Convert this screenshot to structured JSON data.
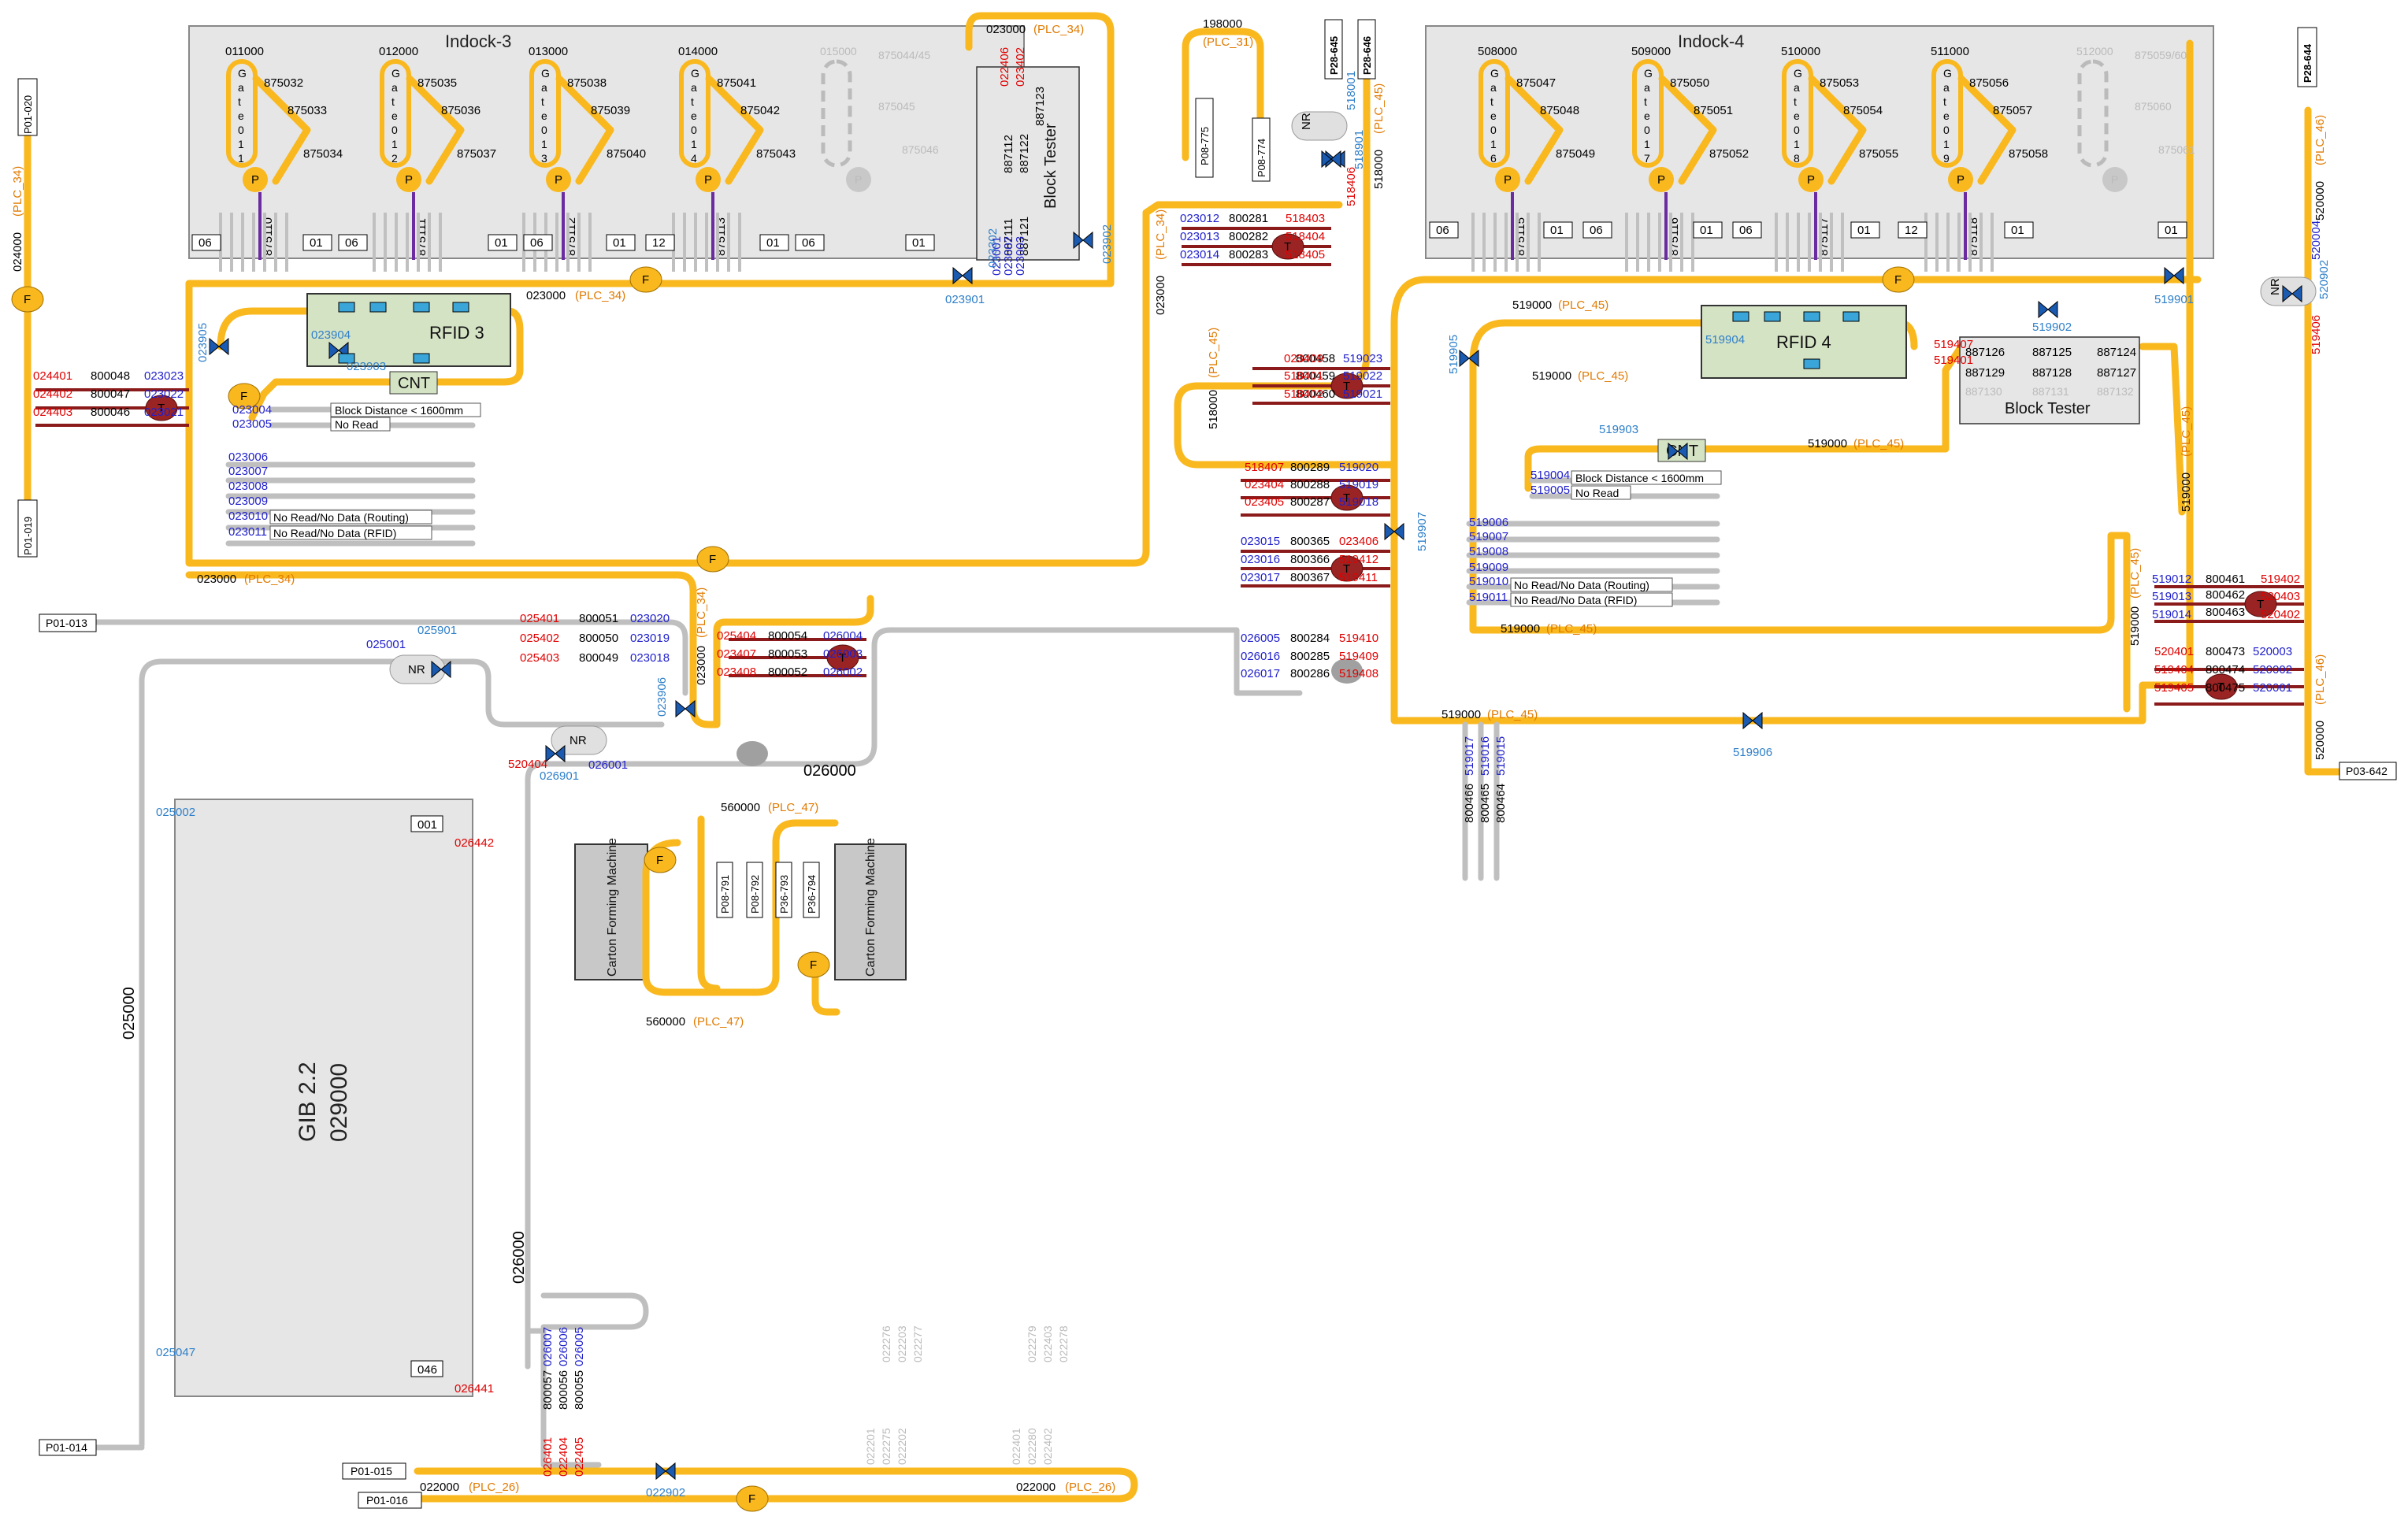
{
  "areas": [
    {
      "key": "indock3",
      "title": "Indock-3"
    },
    {
      "key": "indock4",
      "title": "Indock-4"
    }
  ],
  "gates": [
    {
      "id": "011000",
      "gate": "Gate 011",
      "p": "P",
      "s1": "875032",
      "s2": "875033",
      "s3": "875034",
      "bot": "875110"
    },
    {
      "id": "012000",
      "gate": "Gate 012",
      "p": "P",
      "s1": "875035",
      "s2": "875036",
      "s3": "875037",
      "bot": "875111"
    },
    {
      "id": "013000",
      "gate": "Gate 013",
      "p": "P",
      "s1": "875038",
      "s2": "875039",
      "s3": "875040",
      "bot": "875112"
    },
    {
      "id": "014000",
      "gate": "Gate 014",
      "p": "P",
      "s1": "875041",
      "s2": "875042",
      "s3": "875043",
      "bot": "875113"
    },
    {
      "id": "508000",
      "gate": "Gate 016",
      "p": "P",
      "s1": "875047",
      "s2": "875048",
      "s3": "875049",
      "bot": "875115"
    },
    {
      "id": "509000",
      "gate": "Gate 017",
      "p": "P",
      "s1": "875050",
      "s2": "875051",
      "s3": "875052",
      "bot": "875116"
    },
    {
      "id": "510000",
      "gate": "Gate 018",
      "p": "P",
      "s1": "875053",
      "s2": "875054",
      "s3": "875055",
      "bot": "875117"
    },
    {
      "id": "511000",
      "gate": "Gate 019",
      "p": "P",
      "s1": "875056",
      "s2": "875057",
      "s3": "875058",
      "bot": "875118"
    }
  ],
  "future_gates": [
    {
      "id": "015000",
      "gate": "Gate 015",
      "note": "875044/45 (depends on future extension)",
      "s1": "875045",
      "s2": "875046"
    },
    {
      "id": "512000",
      "gate": "Gate 020",
      "note": "875059/60 (depends on future extension)",
      "s1": "875060",
      "s2": "875061"
    }
  ],
  "doors": [
    "06",
    "01",
    "06",
    "01",
    "06",
    "01",
    "12",
    "01",
    "06",
    "01",
    "06",
    "01",
    "06",
    "01",
    "06",
    "01",
    "12",
    "01",
    "01"
  ],
  "conveyors": {
    "c023000": "023000",
    "c519000": "519000",
    "c518000": "518000",
    "c520000": "520000",
    "c024000": "024000",
    "c560000": "560000",
    "c198000": "198000",
    "c022000": "022000",
    "c026000": "026000",
    "c025000": "025000"
  },
  "plcs": {
    "plc34": "(PLC_34)",
    "plc45": "(PLC_45)",
    "plc46": "(PLC_46)",
    "plc47": "(PLC_47)",
    "plc31": "(PLC_31)",
    "plc26": "(PLC_26)"
  },
  "equipment": {
    "rfid3": "RFID 3",
    "rfid4": "RFID 4",
    "cnt": "CNT",
    "block_tester": "Block Tester",
    "carton_forming": "Carton Forming Machine",
    "gib": "GIB 2.2",
    "gib_id": "029000",
    "nr": "NR",
    "f": "F",
    "t": "T",
    "p": "P",
    "block_distance": "Block Distance < 1600mm",
    "no_read": "No Read",
    "no_read_routing": "No Read/No Data (Routing)",
    "no_read_rfid": "No Read/No Data (RFID)"
  },
  "ports": {
    "p01_020": "P01-020",
    "p01_019": "P01-019",
    "p01_013": "P01-013",
    "p01_014": "P01-014",
    "p01_015": "P01-015",
    "p01_016": "P01-016",
    "p08_775": "P08-775",
    "p08_774": "P08-774",
    "p28_645": "P28-645",
    "p28_646": "P28-646",
    "p28_644": "P28-644",
    "p03_642": "P03-642",
    "p08_791": "P08-791",
    "p08_792": "P08-792",
    "p36_793": "P36-793",
    "p36_794": "P36-794"
  },
  "labels": {
    "blk": [
      "800048",
      "800047",
      "800046",
      "800051",
      "800050",
      "800049",
      "800054",
      "800053",
      "800052",
      "800281",
      "800282",
      "800283",
      "800458",
      "800459",
      "800460",
      "800289",
      "800288",
      "800287",
      "800365",
      "800366",
      "800367",
      "800284",
      "800285",
      "800286",
      "800461",
      "800462",
      "800463",
      "800473",
      "800474",
      "800475",
      "800057",
      "800056",
      "800055",
      "800464",
      "800465",
      "800466",
      "887112",
      "887122",
      "887111",
      "887121",
      "887123",
      "887126",
      "887125",
      "887124",
      "887129",
      "887128",
      "887127",
      "887130",
      "887131",
      "887132",
      "001",
      "046"
    ],
    "blu": [
      "023023",
      "023022",
      "023021",
      "023004",
      "023005",
      "023006",
      "023007",
      "023008",
      "023009",
      "023010",
      "023011",
      "023020",
      "023019",
      "023018",
      "026004",
      "026003",
      "026002",
      "023012",
      "023013",
      "023014",
      "519023",
      "519022",
      "519021",
      "519020",
      "519019",
      "519018",
      "023015",
      "023016",
      "023017",
      "026005",
      "026016",
      "026017",
      "519006",
      "519007",
      "519008",
      "519009",
      "519010",
      "519011",
      "519004",
      "519005",
      "519012",
      "519013",
      "519014",
      "520003",
      "520002",
      "520001",
      "520004",
      "026007",
      "026006",
      "026005",
      "519017",
      "519016",
      "519015",
      "023001",
      "023002",
      "023003",
      "026001",
      "025001"
    ],
    "red": [
      "024401",
      "024402",
      "024403",
      "025401",
      "025402",
      "025403",
      "025404",
      "023407",
      "023408",
      "023409",
      "518401",
      "518402",
      "518403",
      "518404",
      "518405",
      "518406",
      "518407",
      "023404",
      "023405",
      "023406",
      "519412",
      "519411",
      "519410",
      "519409",
      "519408",
      "519407",
      "519401",
      "519402",
      "520403",
      "520402",
      "520401",
      "519404",
      "519405",
      "519406",
      "520404",
      "026442",
      "026441",
      "026401",
      "022404",
      "022405",
      "022406",
      "023402",
      "023401"
    ],
    "ltb": [
      "023901",
      "023902",
      "023903",
      "023904",
      "023905",
      "023906",
      "519901",
      "519902",
      "519903",
      "519904",
      "519905",
      "519906",
      "519907",
      "520902",
      "025901",
      "026901",
      "022902",
      "518901",
      "025002",
      "025047",
      "518001",
      "023302"
    ],
    "gry": [
      "022201",
      "022275",
      "022202",
      "022276",
      "022203",
      "022277",
      "022401",
      "022280",
      "022402",
      "022279",
      "022403",
      "022278"
    ]
  }
}
